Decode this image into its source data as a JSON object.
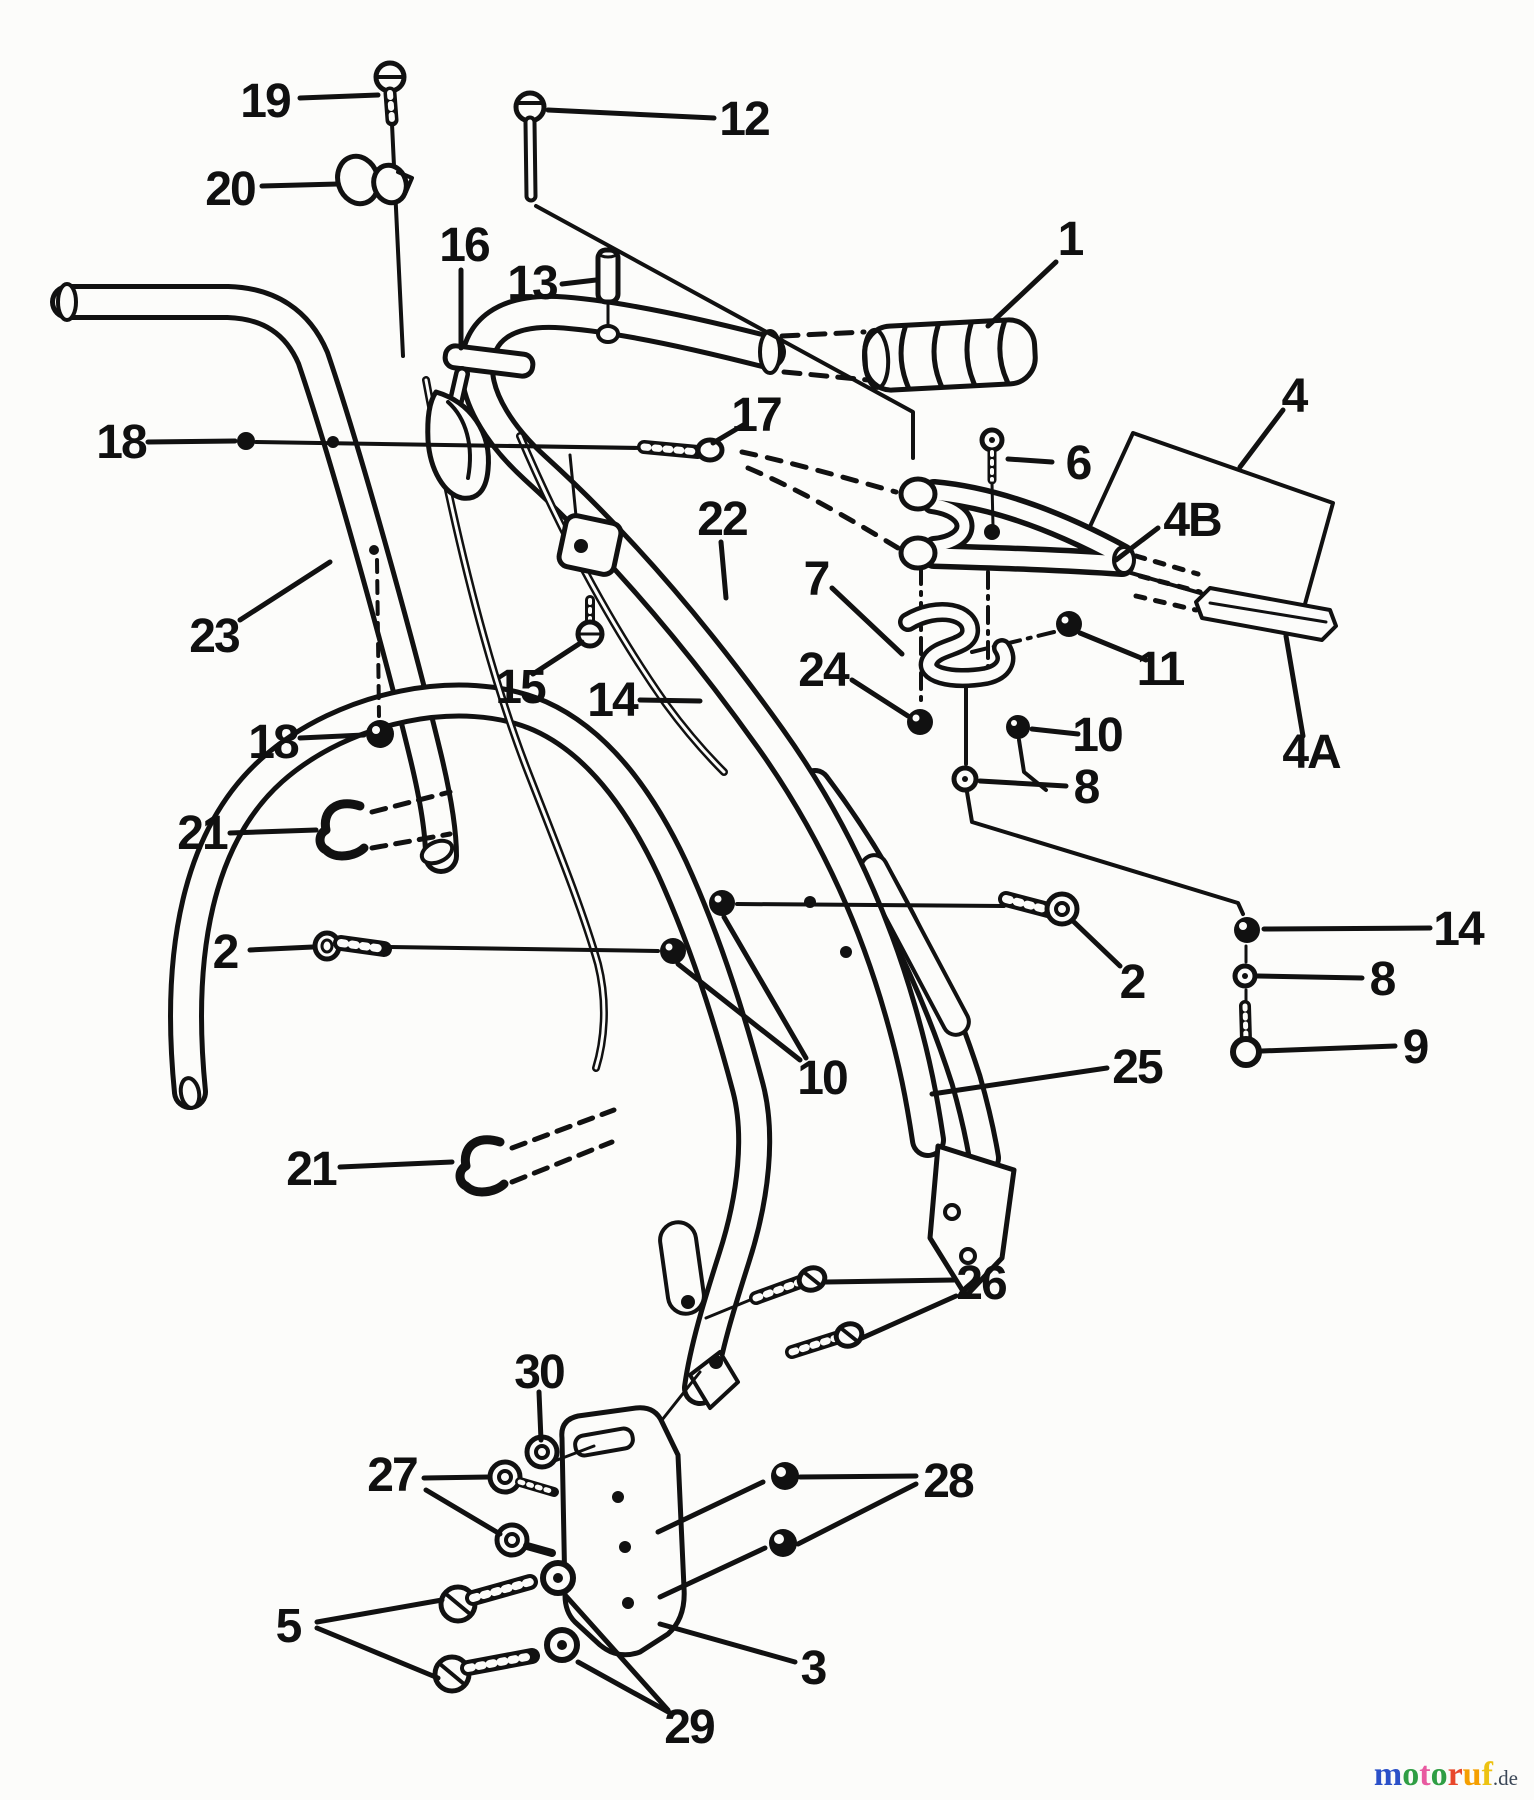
{
  "figure": {
    "kind": "exploded parts diagram",
    "subject": "mower handle assembly line art"
  },
  "labels": [
    {
      "id": "part-19",
      "text": "19"
    },
    {
      "id": "part-20",
      "text": "20"
    },
    {
      "id": "part-16",
      "text": "16"
    },
    {
      "id": "part-13",
      "text": "13"
    },
    {
      "id": "part-12",
      "text": "12"
    },
    {
      "id": "part-1",
      "text": "1"
    },
    {
      "id": "part-4",
      "text": "4"
    },
    {
      "id": "part-6",
      "text": "6"
    },
    {
      "id": "part-18-upper",
      "text": "18"
    },
    {
      "id": "part-17",
      "text": "17"
    },
    {
      "id": "part-23",
      "text": "23"
    },
    {
      "id": "part-22",
      "text": "22"
    },
    {
      "id": "part-4B",
      "text": "4B"
    },
    {
      "id": "part-11",
      "text": "11"
    },
    {
      "id": "part-7",
      "text": "7"
    },
    {
      "id": "part-24",
      "text": "24"
    },
    {
      "id": "part-10-right",
      "text": "10"
    },
    {
      "id": "part-8-middle",
      "text": "8"
    },
    {
      "id": "part-4A",
      "text": "4A"
    },
    {
      "id": "part-15",
      "text": "15"
    },
    {
      "id": "part-14-center",
      "text": "14"
    },
    {
      "id": "part-18-lower",
      "text": "18"
    },
    {
      "id": "part-21-upper",
      "text": "21"
    },
    {
      "id": "part-2-left",
      "text": "2"
    },
    {
      "id": "part-14-right",
      "text": "14"
    },
    {
      "id": "part-8-right",
      "text": "8"
    },
    {
      "id": "part-9",
      "text": "9"
    },
    {
      "id": "part-2-right",
      "text": "2"
    },
    {
      "id": "part-25",
      "text": "25"
    },
    {
      "id": "part-10-center",
      "text": "10"
    },
    {
      "id": "part-21-lower",
      "text": "21"
    },
    {
      "id": "part-26",
      "text": "26"
    },
    {
      "id": "part-30",
      "text": "30"
    },
    {
      "id": "part-27",
      "text": "27"
    },
    {
      "id": "part-28",
      "text": "28"
    },
    {
      "id": "part-5",
      "text": "5"
    },
    {
      "id": "part-3",
      "text": "3"
    },
    {
      "id": "part-29",
      "text": "29"
    }
  ],
  "watermark": {
    "letters": [
      {
        "ch": "m",
        "color": "#2b50c8"
      },
      {
        "ch": "o",
        "color": "#2f9e44"
      },
      {
        "ch": "t",
        "color": "#e85aa0"
      },
      {
        "ch": "o",
        "color": "#2f9e44"
      },
      {
        "ch": "r",
        "color": "#e8472b"
      },
      {
        "ch": "u",
        "color": "#f59f00"
      },
      {
        "ch": "f",
        "color": "#edc211"
      }
    ],
    "suffix": ".de",
    "suffix_color": "#3a4656"
  }
}
